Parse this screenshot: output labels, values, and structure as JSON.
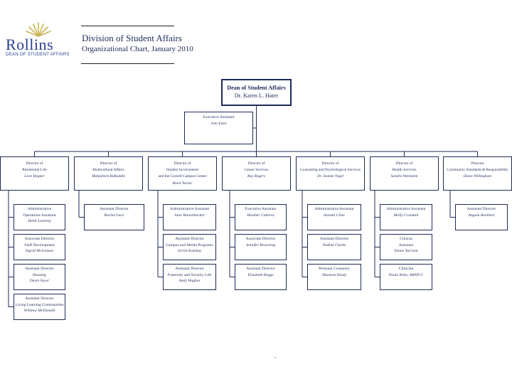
{
  "logo": {
    "word": "Rollins",
    "sub": "DEAN OF STUDENT AFFAIRS"
  },
  "header": {
    "title": "Division of Student Affairs",
    "subtitle": "Organizational Chart, January 2010"
  },
  "dean": {
    "title": "Dean of Student Affairs",
    "name": "Dr. Karen L. Hater"
  },
  "exec_assistant": {
    "title": "Executive Assistant",
    "name": "Joni Eden"
  },
  "directors": [
    {
      "lines": [
        "Director of",
        "Residential Life"
      ],
      "name": "Leon Hegner"
    },
    {
      "lines": [
        "Director of",
        "Multicultural Affairs"
      ],
      "name": "Mahjabeen Rafiuddin"
    },
    {
      "lines": [
        "Director of",
        "Student Involvement",
        "and the Cornell Campus Center"
      ],
      "name": "Brent Turner"
    },
    {
      "lines": [
        "Director of",
        "Career Services"
      ],
      "name": "Ray Rogers"
    },
    {
      "lines": [
        "Director of",
        "Counseling and Psychological Services"
      ],
      "name": "Dr. Joanne Vogel"
    },
    {
      "lines": [
        "Director of",
        "Health Services"
      ],
      "name": "Sandra Weinstein"
    },
    {
      "lines": [
        "Director",
        "Community Standards & Responsibility"
      ],
      "name": "Diane Willingham"
    }
  ],
  "staff": [
    [
      {
        "lines": [
          "Administrative",
          "Operations Assistant"
        ],
        "name": "Heidi Lanerop"
      },
      {
        "lines": [
          "Associate Director",
          "Staff Development"
        ],
        "name": "Ingrid McLennan"
      },
      {
        "lines": [
          "Assistant Director",
          "Housing"
        ],
        "name": "Dawn Sayer"
      },
      {
        "lines": [
          "Assistant Director",
          "Living Learning Communities"
        ],
        "name": "Whitney McDonald"
      }
    ],
    [
      {
        "lines": [
          "Assistant Director"
        ],
        "name": "Rachel Luce"
      }
    ],
    [
      {
        "lines": [
          "Administrative Assistant"
        ],
        "name": "Jane Wurzelbacher"
      },
      {
        "lines": [
          "Assistant Director",
          "Campus and Media Programs"
        ],
        "name": "Jerrid Kalakay"
      },
      {
        "lines": [
          "Assistant Director",
          "Fraternity and Sorority Life"
        ],
        "name": "Andy Hughes"
      }
    ],
    [
      {
        "lines": [
          "Executive Assistant"
        ],
        "name": "Heather Cabrera"
      },
      {
        "lines": [
          "Associate Director"
        ],
        "name": "Jennifer Browning"
      },
      {
        "lines": [
          "Assistant Director"
        ],
        "name": "Elizabeth Beggs"
      }
    ],
    [
      {
        "lines": [
          "Administrative Assistant"
        ],
        "name": "Arenda Cline"
      },
      {
        "lines": [
          "Assistant Director"
        ],
        "name": "Nadine Clarke"
      },
      {
        "lines": [
          "Personal Counselor"
        ],
        "name": "Shannon Healy"
      }
    ],
    [
      {
        "lines": [
          "Administrative Assistant"
        ],
        "name": "Molly Crandall"
      },
      {
        "lines": [
          "Clinical",
          "Assistant"
        ],
        "name": "Diane Yurcisin"
      },
      {
        "lines": [
          "Clinician"
        ],
        "name": "Paula Rabe, ARNP-C"
      }
    ],
    [
      {
        "lines": [
          "Assistant Director"
        ],
        "name": "Angela Boelhart"
      }
    ]
  ],
  "footer": {
    "mark": "-"
  }
}
